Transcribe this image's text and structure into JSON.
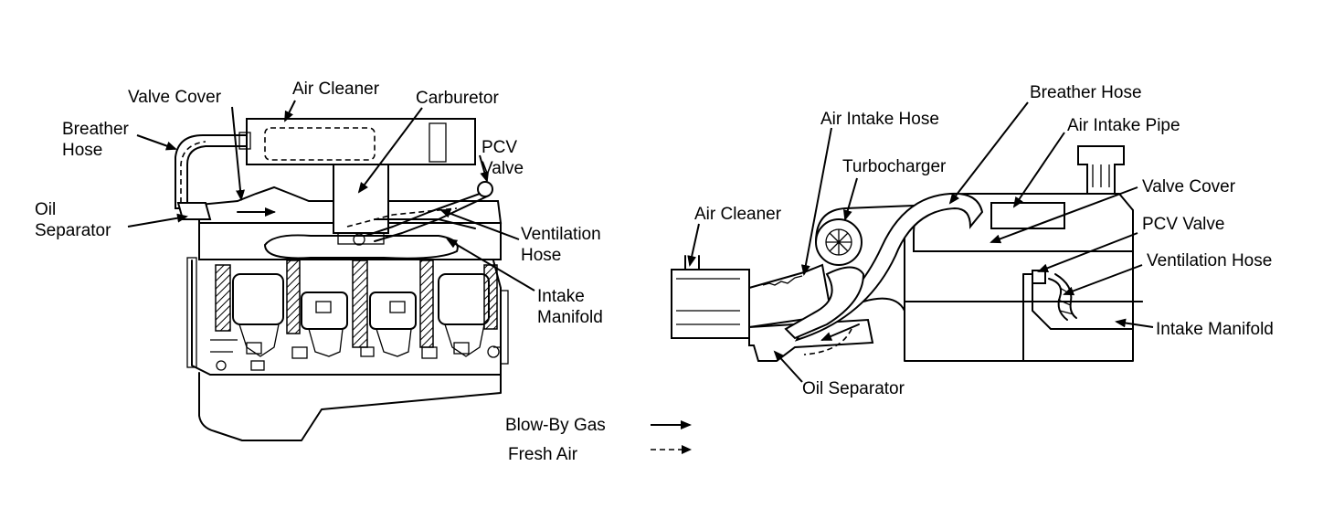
{
  "left_engine": {
    "labels": {
      "valve_cover": "Valve Cover",
      "air_cleaner": "Air Cleaner",
      "carburetor": "Carburetor",
      "breather_hose_1": "Breather",
      "breather_hose_2": "Hose",
      "pcv_valve_1": "PCV",
      "pcv_valve_2": "Valve",
      "oil_separator_1": "Oil",
      "oil_separator_2": "Separator",
      "ventilation_hose_1": "Ventilation",
      "ventilation_hose_2": "Hose",
      "intake_manifold_1": "Intake",
      "intake_manifold_2": "Manifold"
    }
  },
  "right_engine": {
    "labels": {
      "breather_hose": "Breather Hose",
      "air_intake_hose": "Air Intake Hose",
      "air_intake_pipe": "Air Intake Pipe",
      "turbocharger": "Turbocharger",
      "air_cleaner": "Air Cleaner",
      "valve_cover": "Valve Cover",
      "pcv_valve": "PCV Valve",
      "ventilation_hose": "Ventilation Hose",
      "intake_manifold": "Intake Manifold",
      "oil_separator": "Oil Separator"
    }
  },
  "legend": {
    "blow_by_gas": "Blow-By Gas",
    "fresh_air": "Fresh Air"
  }
}
